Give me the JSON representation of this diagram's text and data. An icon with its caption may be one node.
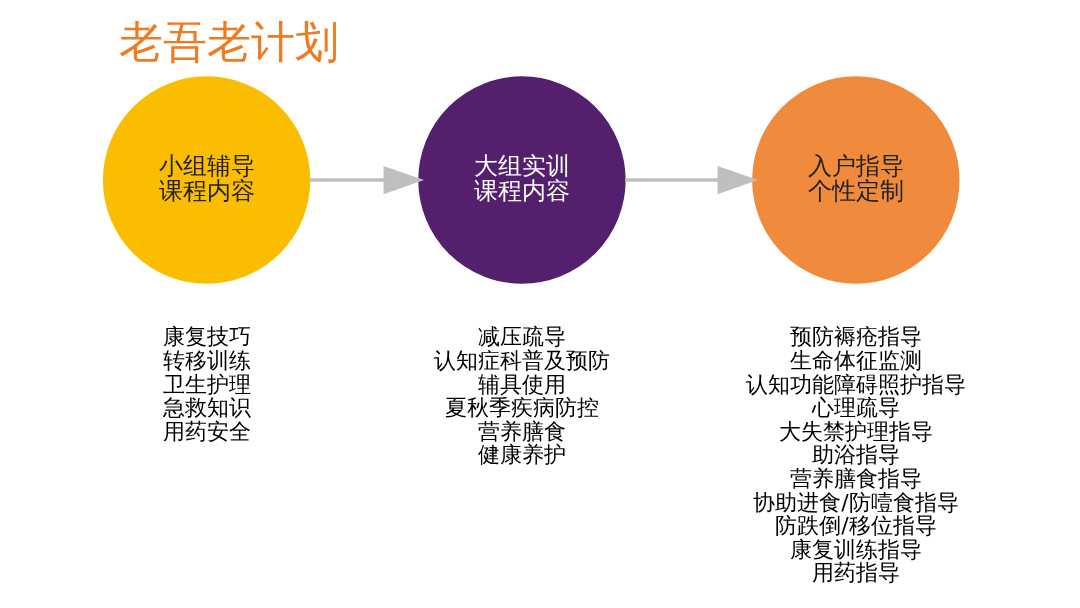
{
  "diagram": {
    "title": "老吾老计划",
    "nodes": [
      {
        "text": [
          "小组辅导课程内容"
        ],
        "beside": [
          "康复技巧",
          "转移训练",
          "卫生护理",
          "急救知识",
          "用药安全"
        ]
      },
      {
        "text": [
          "大组实训课程内容"
        ],
        "beside": [
          "减压疏导",
          "认知症科普及预防",
          "辅具使用",
          "夏秋季疾病防控",
          "营养膳食",
          "健康养护"
        ]
      },
      {
        "text": [
          "入户指导个性定制"
        ],
        "beside": [
          "预防褥疮指导",
          "生命体征监测",
          "认知功能障碍照护指导",
          "心理疏导",
          "大失禁护理指导",
          "助浴指导",
          "营养膳食指导",
          "协助进食/防噎食指导",
          "防跌倒/移位指导",
          "康复训练指导",
          "用药指导"
        ]
      }
    ],
    "edges": [
      {
        "from": 0,
        "to": 1,
        "arrow": "to"
      },
      {
        "from": 1,
        "to": 2,
        "arrow": "to"
      }
    ]
  }
}
